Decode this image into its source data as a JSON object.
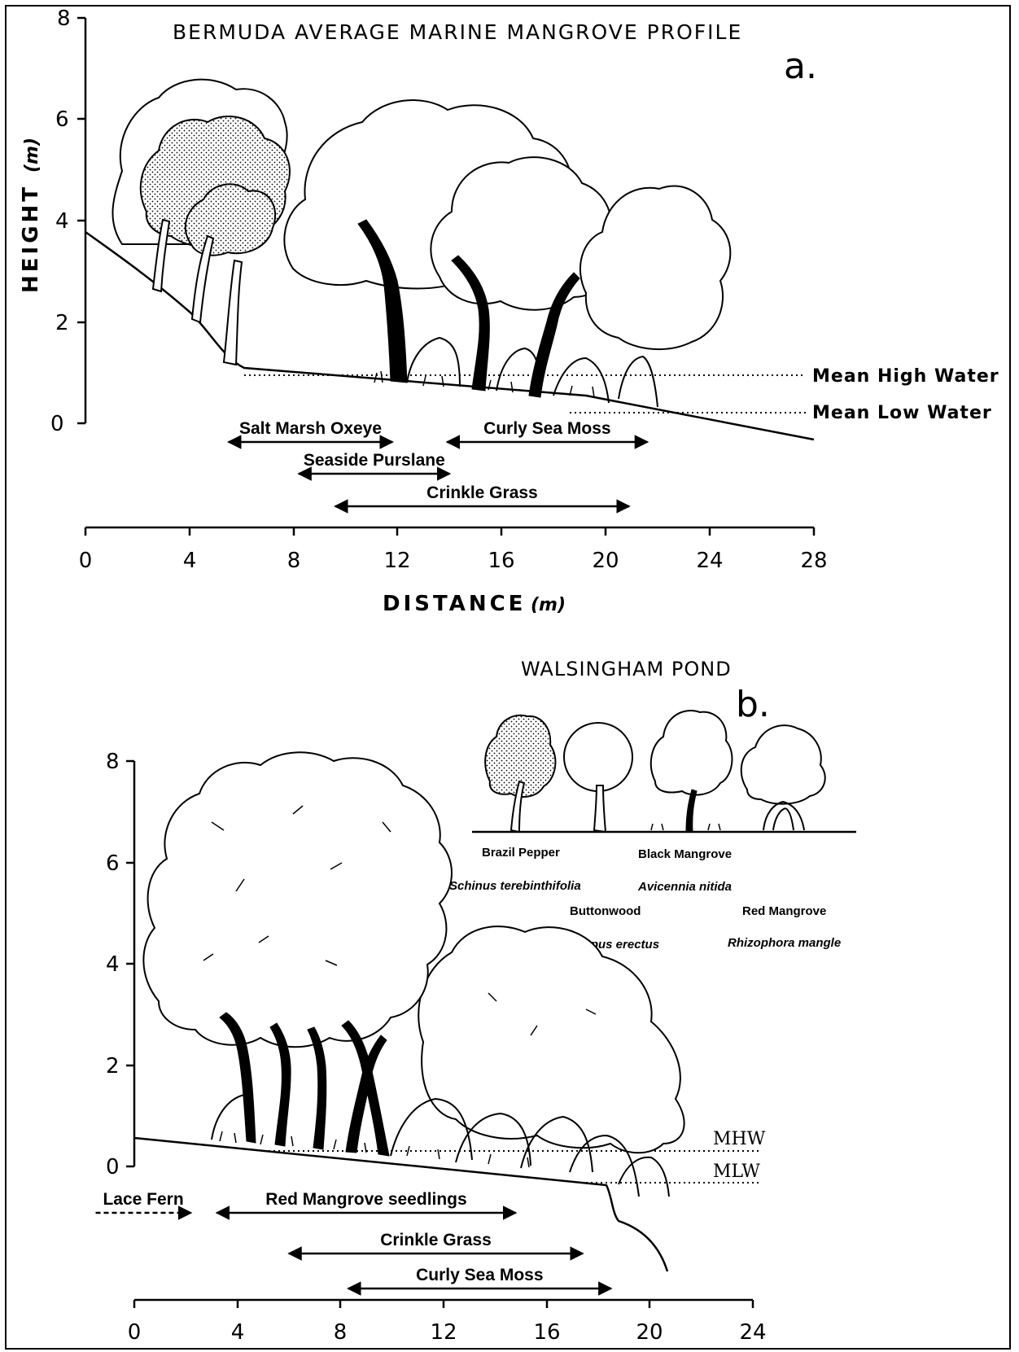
{
  "panel_a": {
    "title": "BERMUDA AVERAGE MARINE MANGROVE PROFILE",
    "letter": "a.",
    "y_axis": {
      "label": "HEIGHT",
      "unit": "(m)",
      "ticks": [
        "0",
        "2",
        "4",
        "6",
        "8"
      ]
    },
    "x_axis": {
      "label": "DISTANCE",
      "unit": "(m)",
      "ticks": [
        "0",
        "4",
        "8",
        "12",
        "16",
        "20",
        "24",
        "28"
      ]
    },
    "water_levels": [
      "Mean High Water",
      "Mean Low Water"
    ],
    "bands": [
      {
        "label": "Salt Marsh Oxeye",
        "start": 5.5,
        "end": 11.8
      },
      {
        "label": "Curly Sea Moss",
        "start": 13.9,
        "end": 21.6
      },
      {
        "label": "Seaside Purslane",
        "start": 8.2,
        "end": 14.0
      },
      {
        "label": "Crinkle Grass",
        "start": 9.6,
        "end": 20.9
      }
    ]
  },
  "panel_b": {
    "title": "WALSINGHAM POND",
    "letter": "b.",
    "y_axis": {
      "ticks": [
        "0",
        "2",
        "4",
        "6",
        "8"
      ]
    },
    "x_axis": {
      "ticks": [
        "0",
        "4",
        "8",
        "12",
        "16",
        "20",
        "24"
      ]
    },
    "water_levels": [
      "MHW",
      "MLW"
    ],
    "legend": [
      {
        "common": "Brazil Pepper",
        "latin": "Schinus terebinthifolia"
      },
      {
        "common": "Black Mangrove",
        "latin": "Avicennia nitida"
      },
      {
        "common": "Buttonwood",
        "latin": "Conocarpus erectus"
      },
      {
        "common": "Red Mangrove",
        "latin": "Rhizophora mangle"
      }
    ],
    "bands": [
      {
        "label": "Lace Fern",
        "start": -1.5,
        "end": 2.2,
        "dashed": true
      },
      {
        "label": "Red Mangrove seedlings",
        "start": 3.2,
        "end": 14.8
      },
      {
        "label": "Crinkle Grass",
        "start": 6.0,
        "end": 17.4
      },
      {
        "label": "Curly Sea Moss",
        "start": 8.3,
        "end": 18.5
      }
    ]
  }
}
